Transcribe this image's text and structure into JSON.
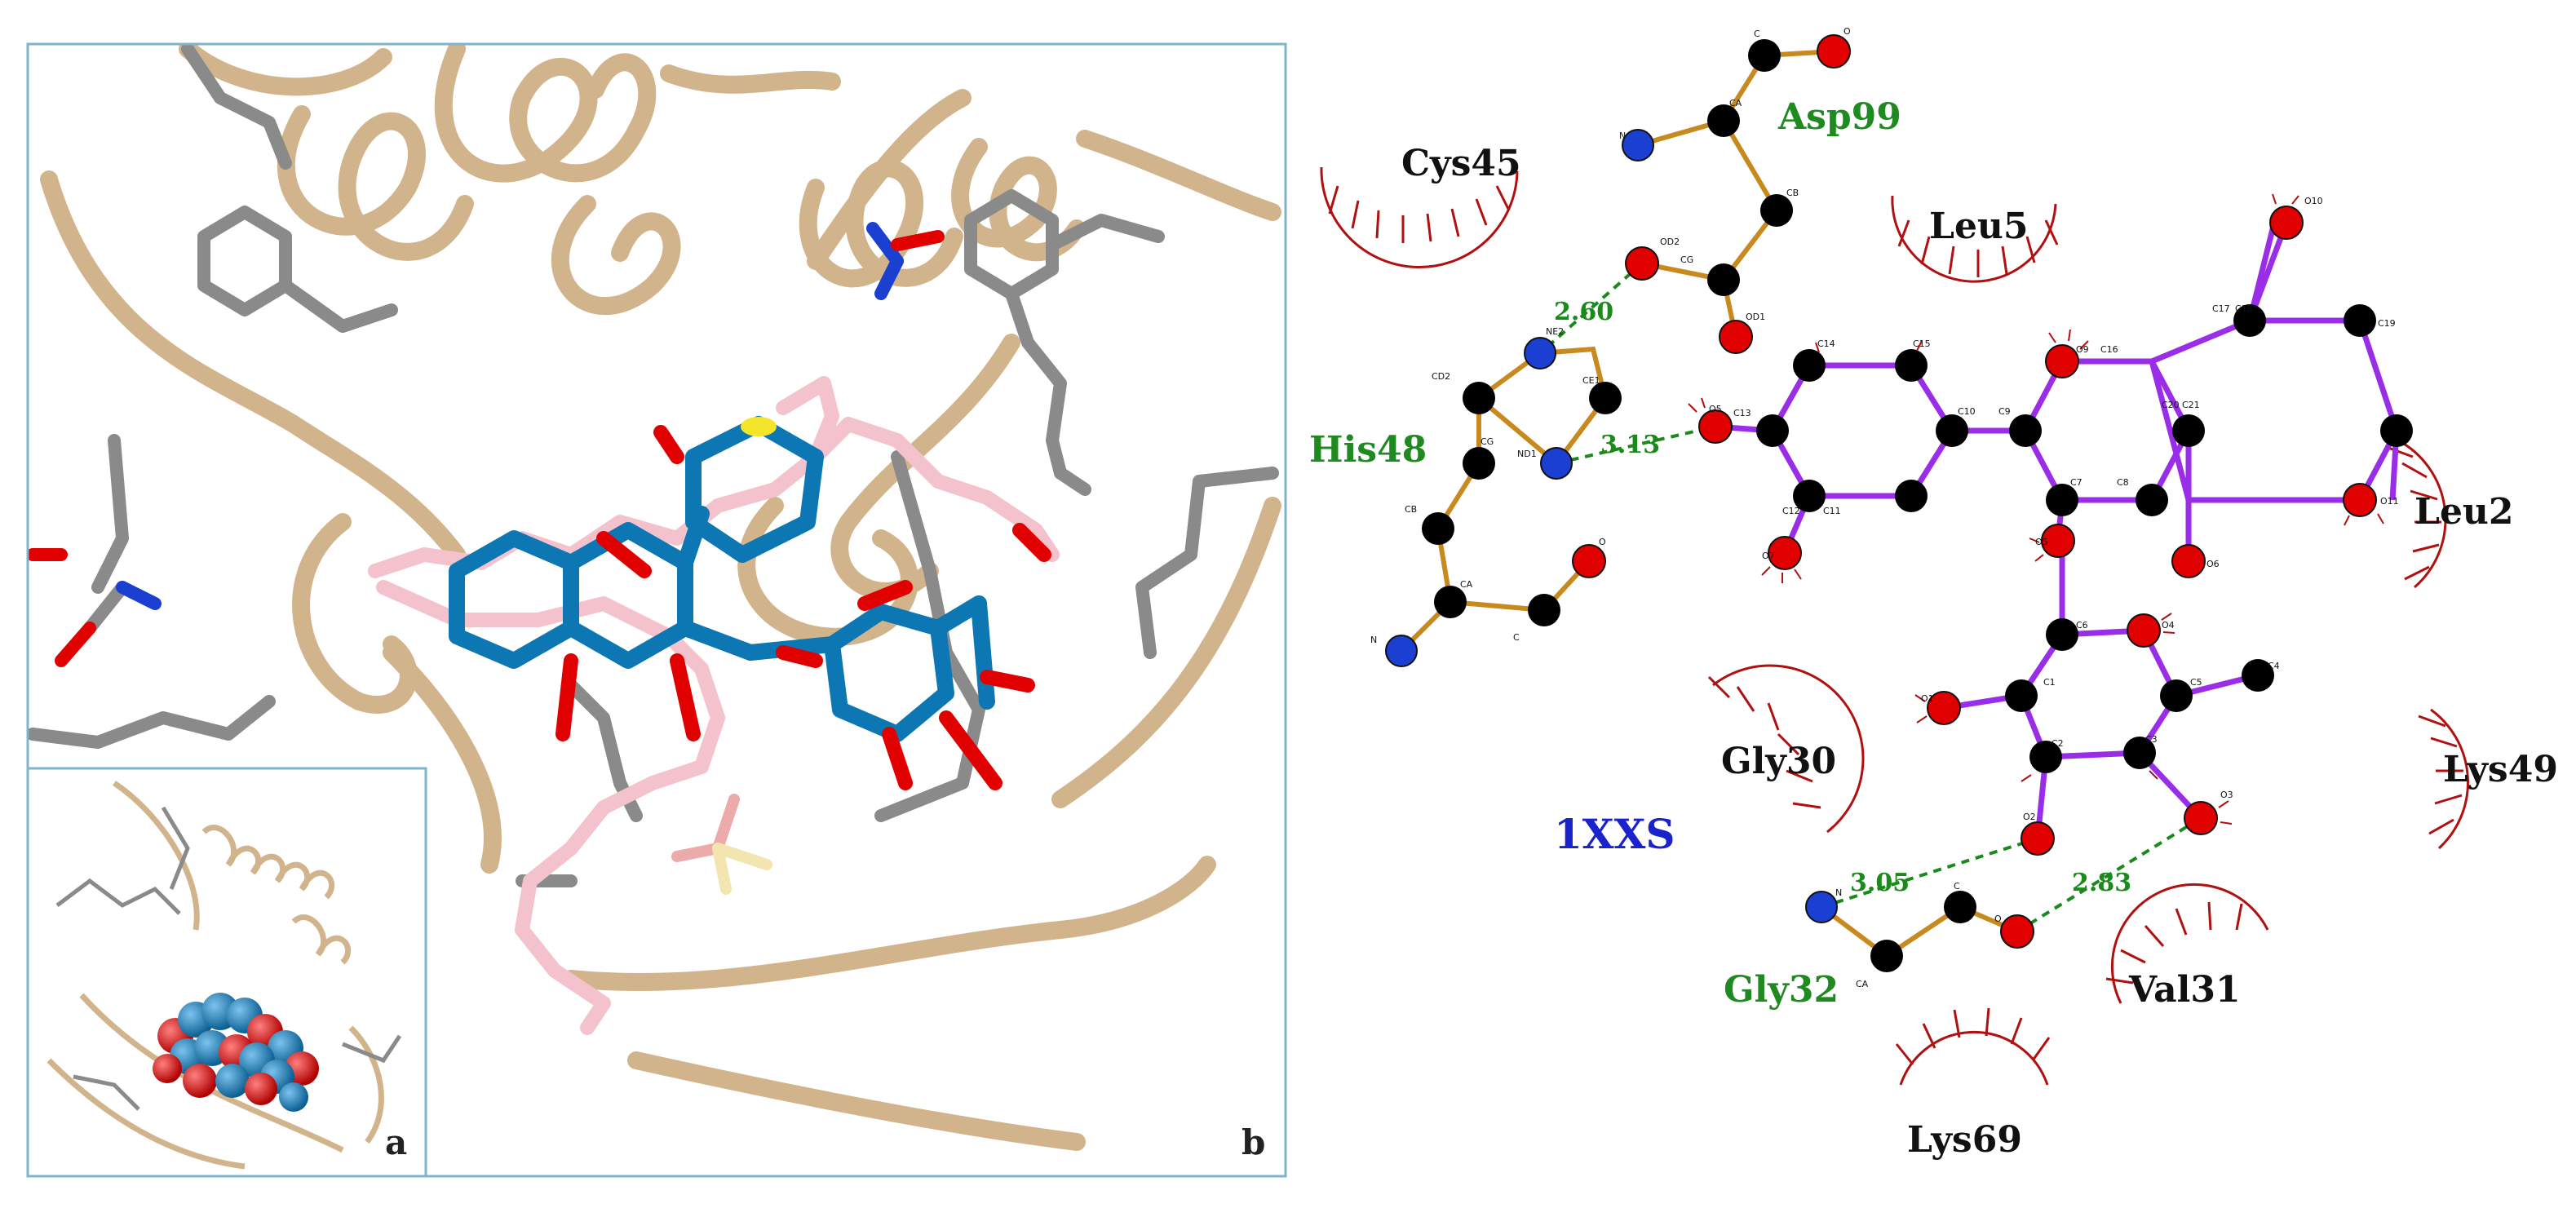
{
  "colors": {
    "ribbon": "#d2b48c",
    "ligand_blue": "#0d77b3",
    "ligand_pink": "#f4c2cc",
    "sidechain_gray": "#8a8a8a",
    "oxygen": "#e00000",
    "nitrogen": "#1a3fd1",
    "carbon": "#000000",
    "protein_bond": "#c88a1e",
    "ligand_bond": "#9a2ee8",
    "hbond": "#1a8a1a",
    "hydrophobic_arc": "#b01010",
    "green_label": "#1f8a1f",
    "black_label": "#111111",
    "pdb_label": "#1a22cc"
  },
  "panels": {
    "a": "a",
    "b": "b"
  },
  "interaction_map": {
    "pdb_id": "1XXS",
    "hbond_residues": [
      {
        "name": "Asp99"
      },
      {
        "name": "His48"
      },
      {
        "name": "Gly32"
      }
    ],
    "hydrophobic_residues": [
      {
        "name": "Cys45"
      },
      {
        "name": "Leu5"
      },
      {
        "name": "Leu2"
      },
      {
        "name": "Lys49"
      },
      {
        "name": "Gly30"
      },
      {
        "name": "Val31"
      },
      {
        "name": "Lys69"
      }
    ],
    "hbonds": [
      {
        "distance": "2.60"
      },
      {
        "distance": "3.13"
      },
      {
        "distance": "3.05"
      },
      {
        "distance": "2.83"
      }
    ],
    "ligand_atom_labels": [
      "C14",
      "C15",
      "C13",
      "O5",
      "C10",
      "C9",
      "O9",
      "C16",
      "C17",
      "C18",
      "O10",
      "C19",
      "C12",
      "C11",
      "C20",
      "C21",
      "O11",
      "C7",
      "C8",
      "O7",
      "O5",
      "O6",
      "C6",
      "O4",
      "C5",
      "O1",
      "C1",
      "C2",
      "C3",
      "C4",
      "O2",
      "O3"
    ],
    "protein_atom_labels": {
      "asp": [
        "N",
        "CA",
        "C",
        "O",
        "CB",
        "CG",
        "OD1",
        "OD2"
      ],
      "his": [
        "NE2",
        "CE1",
        "CD2",
        "CG",
        "ND1",
        "CB",
        "CA",
        "C",
        "O",
        "N"
      ],
      "gly": [
        "N",
        "C",
        "O",
        "CA"
      ]
    }
  }
}
